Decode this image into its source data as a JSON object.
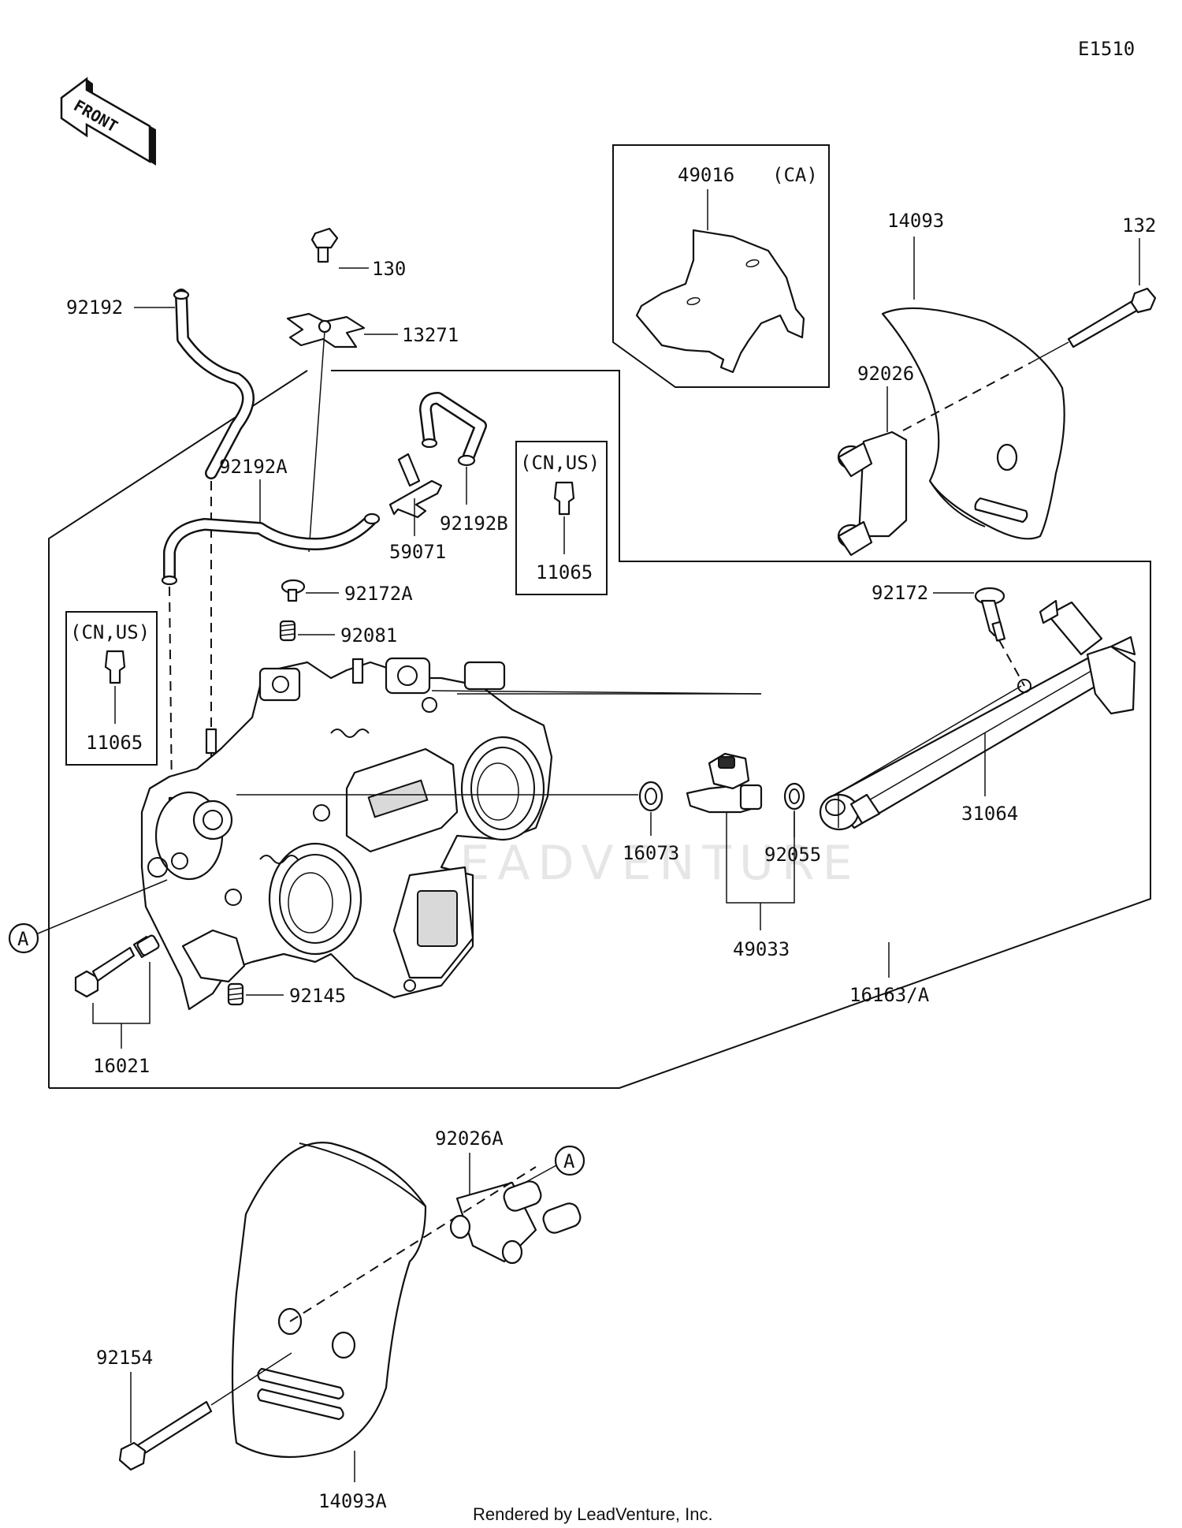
{
  "diagram_code": "E1510",
  "front_arrow_label": "FRONT",
  "footer": "Rendered by LeadVenture, Inc.",
  "watermark": "LEADVENTURE",
  "callouts": {
    "a_left": "A",
    "a_right": "A"
  },
  "boxes": {
    "ca_kit": {
      "part": "49016",
      "note": "(CA)"
    },
    "cn_us_right": {
      "note": "(CN,US)",
      "part": "11065"
    },
    "cn_us_left": {
      "note": "(CN,US)",
      "part": "11065"
    }
  },
  "part_labels": {
    "p92192": "92192",
    "p130": "130",
    "p13271": "13271",
    "p14093": "14093",
    "p132": "132",
    "p92026": "92026",
    "p92192A": "92192A",
    "p59071": "59071",
    "p92192B": "92192B",
    "p92172A": "92172A",
    "p92081": "92081",
    "p92172": "92172",
    "p31064": "31064",
    "p16073": "16073",
    "p92055": "92055",
    "p49033": "49033",
    "p16163A": "16163/A",
    "p92145": "92145",
    "p16021": "16021",
    "p92026A": "92026A",
    "p92154": "92154",
    "p14093A": "14093A"
  }
}
